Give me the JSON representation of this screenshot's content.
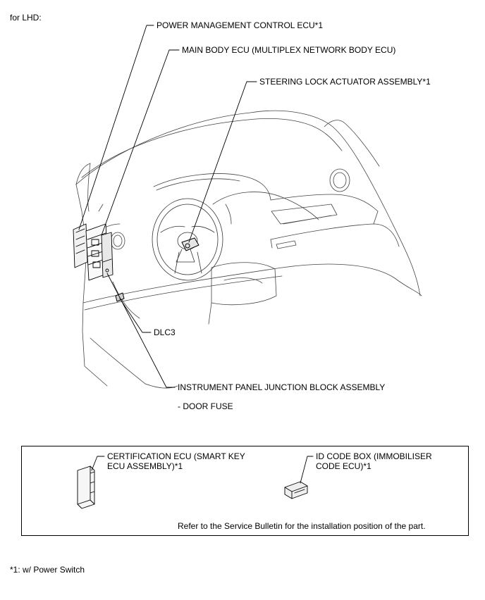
{
  "header": {
    "variant": "for LHD:"
  },
  "callouts": {
    "power_mgmt_ecu": "POWER MANAGEMENT CONTROL ECU*1",
    "main_body_ecu": "MAIN BODY ECU (MULTIPLEX NETWORK BODY ECU)",
    "steering_lock": "STEERING LOCK ACTUATOR ASSEMBLY*1",
    "dlc3": "DLC3",
    "junction_block": "INSTRUMENT PANEL JUNCTION BLOCK ASSEMBLY",
    "door_fuse": "- DOOR FUSE"
  },
  "parts_box": {
    "certification_ecu_line1": "CERTIFICATION ECU (SMART KEY",
    "certification_ecu_line2": "ECU ASSEMBLY)*1",
    "id_code_box_line1": "ID CODE BOX (IMMOBILISER",
    "id_code_box_line2": "CODE ECU)*1",
    "note": "Refer to the Service Bulletin for the installation position of the part."
  },
  "footnote": "*1: w/ Power Switch"
}
